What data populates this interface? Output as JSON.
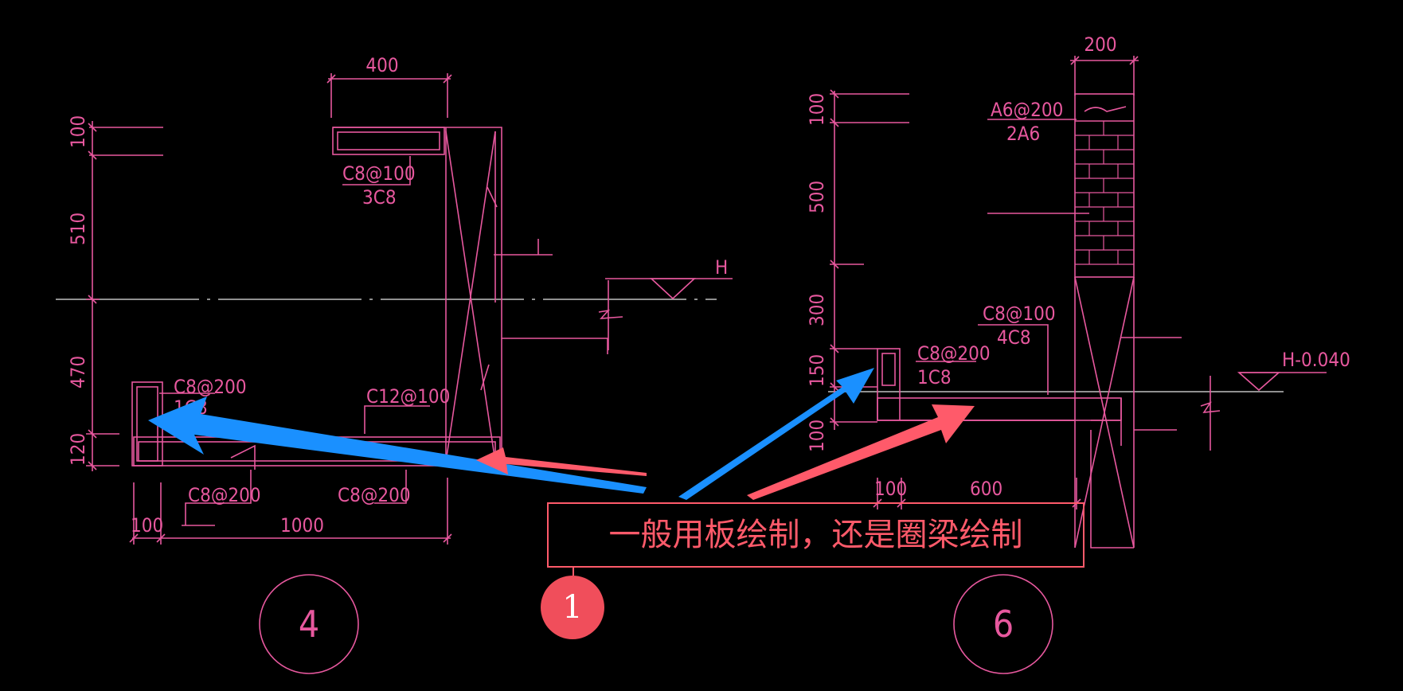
{
  "colors": {
    "background": "#000000",
    "drawing_line": "#e7589e",
    "axis_line": "#bfbfbf",
    "annotation_red": "#ff5a6a",
    "annotation_blue": "#1a90ff",
    "badge_fill": "#f04e5b"
  },
  "detail_4": {
    "dims": {
      "top_width": "400",
      "v_100": "100",
      "v_510": "510",
      "v_470": "470",
      "v_120": "120",
      "b_100": "100",
      "b_1000": "1000"
    },
    "labels": {
      "top_rebar": "C8@100",
      "top_count": "3C8",
      "left_rebar": "C8@200",
      "left_count": "1C8",
      "mid_rebar": "C12@100",
      "bottom_left_rebar": "C8@200",
      "bottom_right_rebar": "C8@200",
      "level": "H"
    },
    "circle_number": "4"
  },
  "detail_6": {
    "dims": {
      "top_width": "200",
      "v_100": "100",
      "v_500": "500",
      "v_300": "300",
      "v_150": "150",
      "v_100b": "100",
      "b_100": "100",
      "b_600": "600"
    },
    "labels": {
      "top_rebar": "A6@200",
      "top_count": "2A6",
      "mid_rebar": "C8@100",
      "mid_count": "4C8",
      "left_rebar": "C8@200",
      "left_count": "1C8",
      "level": "H-0.040"
    },
    "circle_number": "6"
  },
  "annotation": {
    "text": "一般用板绘制，还是圈梁绘制",
    "badge": "1"
  }
}
